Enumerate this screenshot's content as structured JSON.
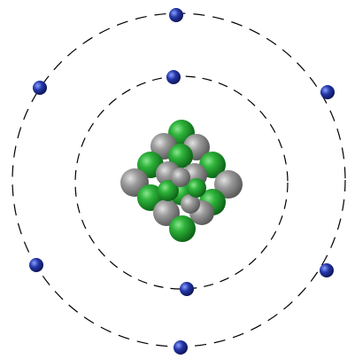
{
  "diagram": {
    "subject": "Bohr model atom",
    "background_color": "#ffffff",
    "nucleus": {
      "proton_color": "#1f9a2b",
      "neutron_color": "#8f8f8f"
    },
    "electron_color": "#1b2a8f",
    "orbit_color": "#000000",
    "orbits": [
      {
        "shell": 1,
        "electron_count": 2
      },
      {
        "shell": 2,
        "electron_count": 6
      }
    ]
  }
}
